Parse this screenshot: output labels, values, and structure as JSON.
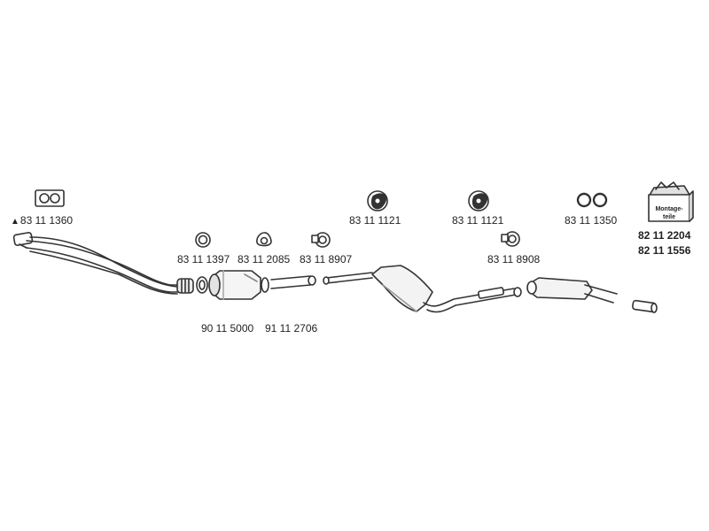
{
  "labels": {
    "manifold_gasket": "83 11 1360",
    "ring_gasket": "83 11 1397",
    "cat_clamp": "83 11 2085",
    "front_clamp": "83 11 8907",
    "hanger_mid": "83 11 1121",
    "hanger_rear": "83 11 1121",
    "o_rings": "83 11 1350",
    "rear_clamp": "83 11 8908",
    "catalyst_a": "90 11 5000",
    "catalyst_b": "91 11 2706",
    "kit_a": "82 11 2204",
    "kit_b": "82 11 1556"
  },
  "kit_box_text": "Montage-teile",
  "marker_symbol": "▲",
  "colors": {
    "line": "#333333",
    "fill": "#f2f2f2",
    "shade": "#bdbdbd"
  }
}
